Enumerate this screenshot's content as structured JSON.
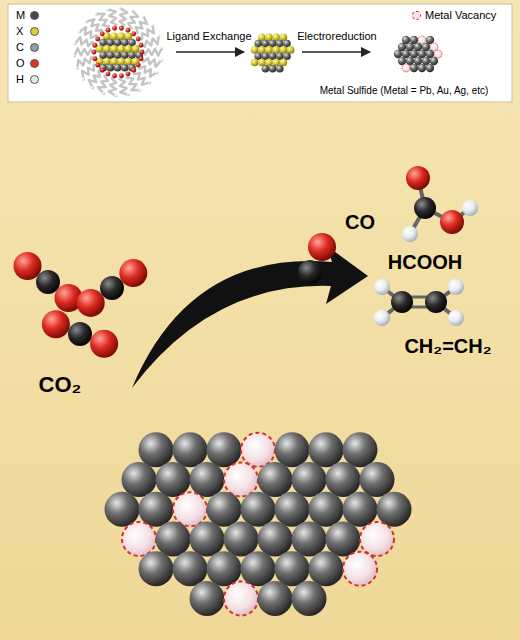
{
  "diagram": {
    "labels": [
      "Ligand Exchange",
      "Electroreduction",
      "Metal Sulfide (Metal = Pb, Au, Ag, etc)",
      "CO₂",
      "CO",
      "HCOOH",
      "CH₂=CH₂"
    ],
    "legend": [
      {
        "text": "M",
        "color": "#4a4a4a"
      },
      {
        "text": "X",
        "color": "#d9cf3a"
      },
      {
        "text": "C",
        "color": "#9a9a9a"
      },
      {
        "text": "O",
        "color": "#e0302a"
      },
      {
        "text": "H",
        "color": "#dde8f0"
      },
      {
        "text": "Metal Vacancy"
      }
    ]
  }
}
